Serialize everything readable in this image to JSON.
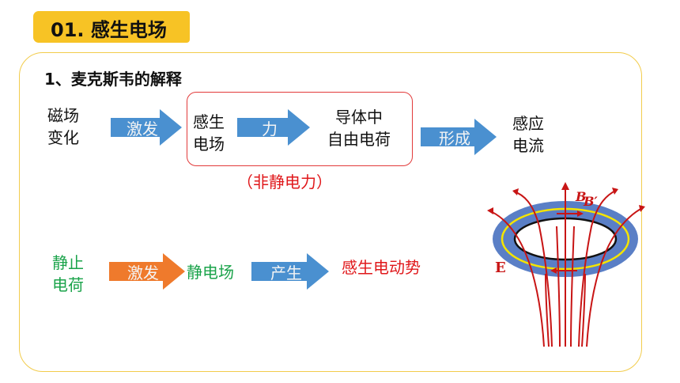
{
  "title": "01. 感生电场",
  "section_heading": "1、麦克斯韦的解释",
  "row1": {
    "item1": [
      "磁场",
      "变化"
    ],
    "arrow1": "激发",
    "item2": [
      "感生",
      "电场"
    ],
    "arrow2": "力",
    "item3": [
      "导体中",
      "自由电荷"
    ],
    "arrow3": "形成",
    "item4": [
      "感应",
      "电流"
    ],
    "note": "（非静电力）"
  },
  "row2": {
    "item1": [
      "静止",
      "电荷"
    ],
    "arrow1": "激发",
    "item2": "静电场",
    "arrow2": "产生",
    "item3": "感生电动势"
  },
  "figure": {
    "label_b": "B",
    "label_b_prime": "B′",
    "label_e": "E"
  },
  "colors": {
    "accent_yellow": "#f7c325",
    "arrow_blue": "#4a90d0",
    "arrow_orange": "#ef7a2c",
    "text_green": "#1aa34a",
    "text_red": "#e0181b",
    "ring_blue": "#5a7fc6"
  }
}
